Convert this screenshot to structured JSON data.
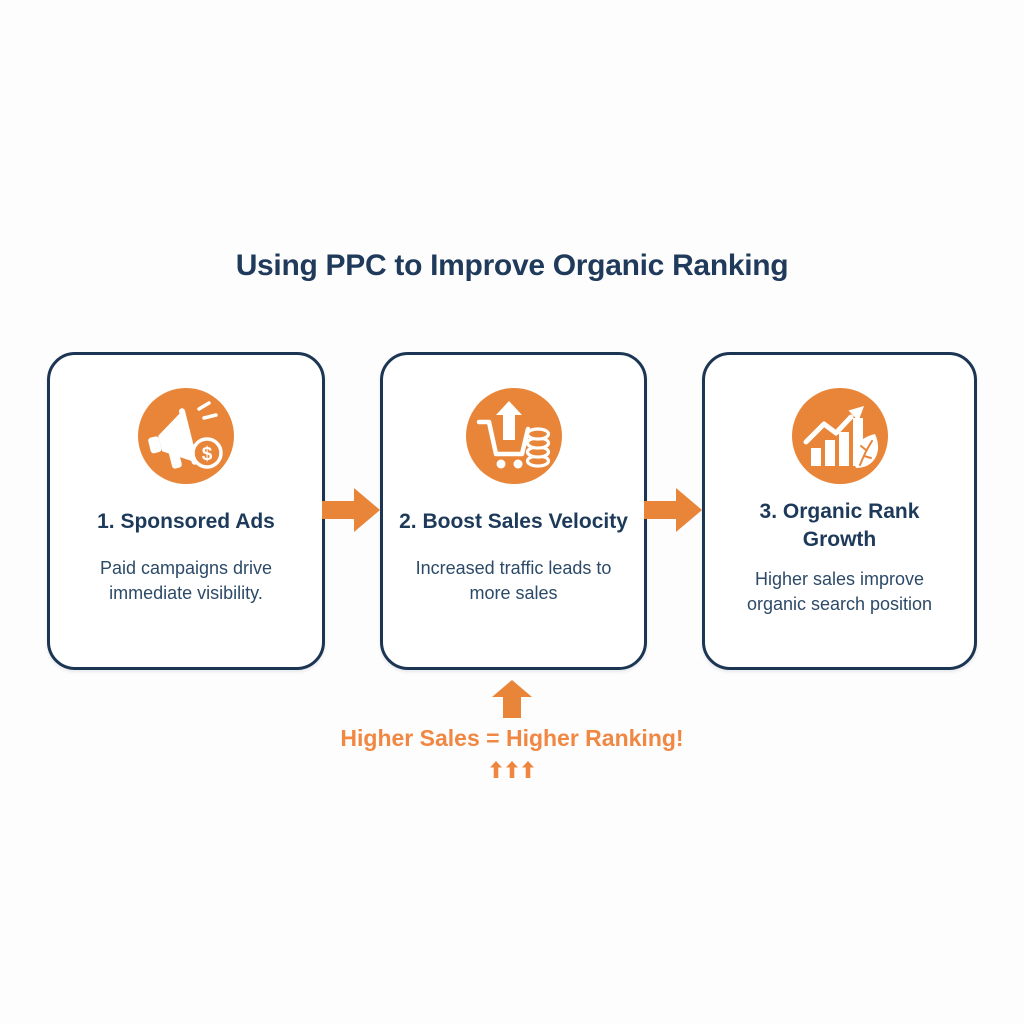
{
  "title": "Using PPC to Improve Organic Ranking",
  "colors": {
    "navy_heading": "#1f3a5a",
    "navy_border": "#1b3553",
    "body_text": "#2c4a68",
    "orange_fill": "#e88539",
    "orange_text": "#f08742",
    "background": "#fdfdfd"
  },
  "steps": [
    {
      "icon": "megaphone-dollar-icon",
      "title": "1. Sponsored Ads",
      "description": "Paid campaigns drive immediate visibility."
    },
    {
      "icon": "cart-arrow-coins-icon",
      "title": "2. Boost Sales Velocity",
      "description": "Increased traffic leads to more sales"
    },
    {
      "icon": "growth-chart-leaf-icon",
      "title": "3. Organic Rank Growth",
      "description": "Higher sales improve organic search position"
    }
  ],
  "connectors": {
    "between_cards": "right-arrow-icon",
    "to_card_2": "up-arrow-icon",
    "emphasis": "triple-up-arrows-icon"
  },
  "footer": {
    "slogan": "Higher Sales = Higher Ranking!"
  }
}
